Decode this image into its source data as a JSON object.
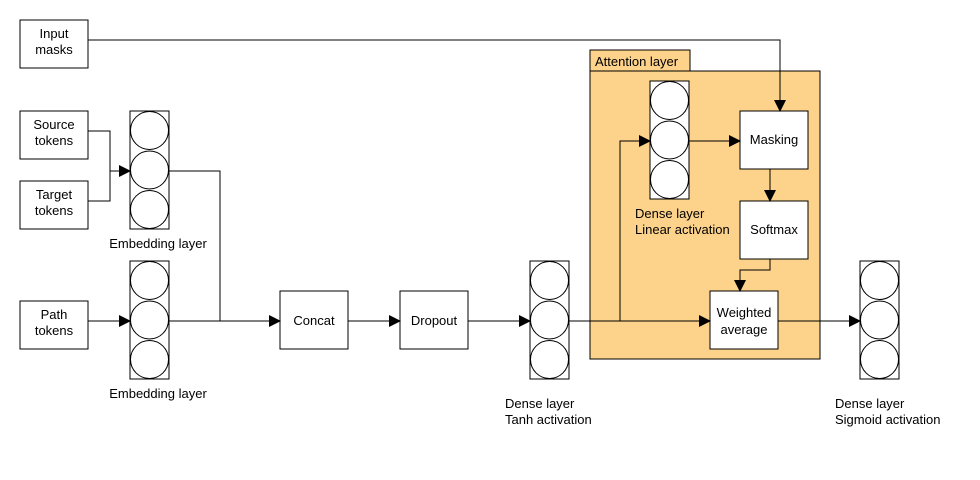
{
  "colors": {
    "attention_fill": "#FDD28A",
    "attention_stroke": "#000000",
    "box_fill": "#FFFFFF",
    "line": "#000000"
  },
  "nodes": {
    "input_masks": [
      "Input",
      "masks"
    ],
    "source_tokens": [
      "Source",
      "tokens"
    ],
    "target_tokens": [
      "Target",
      "tokens"
    ],
    "path_tokens": [
      "Path",
      "tokens"
    ],
    "concat": "Concat",
    "dropout": "Dropout",
    "masking": "Masking",
    "softmax": "Softmax",
    "weighted_average": [
      "Weighted",
      "average"
    ]
  },
  "layers": {
    "embedding_top": "Embedding layer",
    "embedding_bottom": "Embedding layer",
    "dense_tanh": [
      "Dense layer",
      "Tanh activation"
    ],
    "dense_linear": [
      "Dense layer",
      "Linear activation"
    ],
    "dense_sigmoid": [
      "Dense layer",
      "Sigmoid activation"
    ]
  },
  "attention": {
    "title": "Attention layer"
  }
}
